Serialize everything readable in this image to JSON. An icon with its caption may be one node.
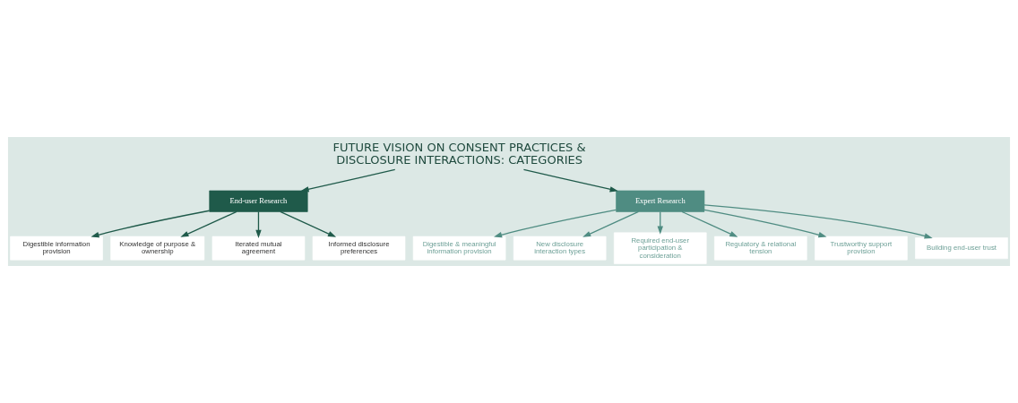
{
  "diagram": {
    "nodes": [
      {
        "text": [
          "FUTURE VISION ON CONSENT PRACTICES & DISCLOSURE INTERACTIONS: CATEGORIES"
        ]
      },
      {
        "text": [
          "End-user Research"
        ]
      },
      {
        "text": [
          "Expert Research"
        ]
      },
      {
        "text": [
          "Digestible information provision"
        ]
      },
      {
        "text": [
          "Knowledge of purpose & ownership"
        ]
      },
      {
        "text": [
          "Iterated mutual agreement"
        ]
      },
      {
        "text": [
          "Informed disclosure preferences"
        ]
      },
      {
        "text": [
          "Digestible & meaningful information provision"
        ]
      },
      {
        "text": [
          "New disclosure interaction types"
        ]
      },
      {
        "text": [
          "Required end-user participation & consideration"
        ]
      },
      {
        "text": [
          "Regulatory & relational tension"
        ]
      },
      {
        "text": [
          "Trustworthy support provision"
        ]
      },
      {
        "text": [
          "Building end-user trust"
        ]
      }
    ],
    "edges": [
      {
        "from": 0,
        "to": 1,
        "arrow": "to"
      },
      {
        "from": 0,
        "to": 2,
        "arrow": "to"
      },
      {
        "from": 1,
        "to": 3,
        "arrow": "to"
      },
      {
        "from": 1,
        "to": 4,
        "arrow": "to"
      },
      {
        "from": 1,
        "to": 5,
        "arrow": "to"
      },
      {
        "from": 1,
        "to": 6,
        "arrow": "to"
      },
      {
        "from": 2,
        "to": 7,
        "arrow": "to",
        "color": "#4f8c82"
      },
      {
        "from": 2,
        "to": 8,
        "arrow": "to",
        "color": "#4f8c82"
      },
      {
        "from": 2,
        "to": 9,
        "arrow": "to",
        "color": "#4f8c82"
      },
      {
        "from": 2,
        "to": 10,
        "arrow": "to",
        "color": "#4f8c82"
      },
      {
        "from": 2,
        "to": 11,
        "arrow": "to",
        "color": "#4f8c82"
      },
      {
        "from": 2,
        "to": 12,
        "arrow": "to",
        "color": "#4f8c82"
      }
    ]
  }
}
